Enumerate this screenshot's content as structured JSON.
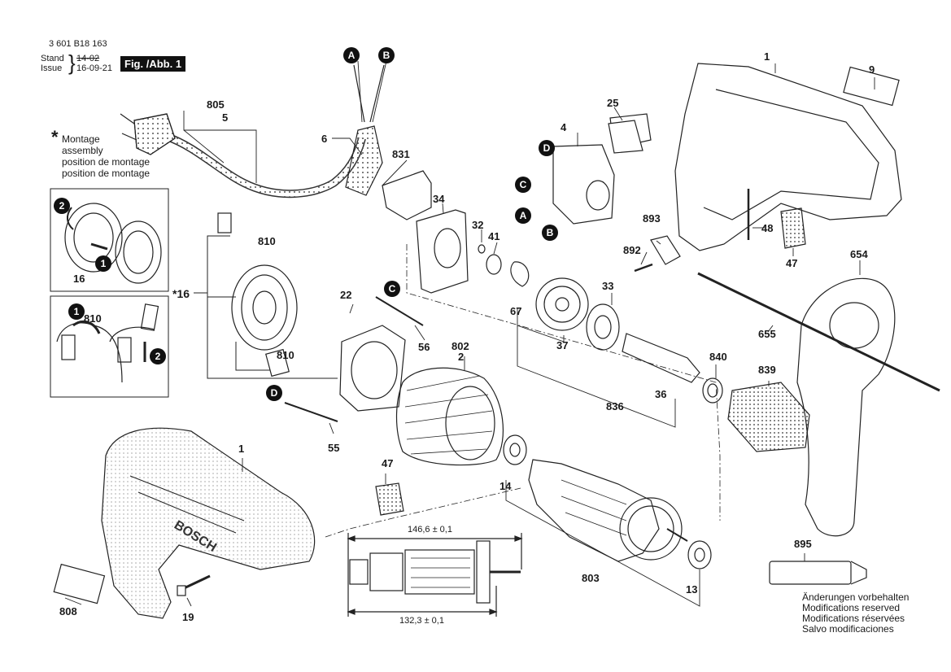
{
  "header": {
    "doc_number": "3 601 B18 163",
    "stand_label": "Stand",
    "issue_label": "Issue",
    "stand_value": "14-02",
    "issue_value": "16-09-21",
    "fig_label": "Fig. /Abb. 1"
  },
  "legend": {
    "asterisk": "*",
    "line1": "Montage",
    "line2": "assembly",
    "line3": "position de montage",
    "line4": "position de montage"
  },
  "callouts": {
    "A": "A",
    "B": "B",
    "C": "C",
    "D": "D",
    "one": "1",
    "two": "2"
  },
  "parts": {
    "p1_top": "1",
    "p1_bottom": "1",
    "p2": "2",
    "p4": "4",
    "p5": "5",
    "p6": "6",
    "p9": "9",
    "p13": "13",
    "p14": "14",
    "p16": "16",
    "p16_star": "16",
    "p19": "19",
    "p22": "22",
    "p25": "25",
    "p32": "32",
    "p33": "33",
    "p34": "34",
    "p36": "36",
    "p37": "37",
    "p41": "41",
    "p47_top": "47",
    "p47_bottom": "47",
    "p48": "48",
    "p55": "55",
    "p56": "56",
    "p67": "67",
    "p654": "654",
    "p655": "655",
    "p802": "802",
    "p803": "803",
    "p805": "805",
    "p808": "808",
    "p810_a": "810",
    "p810_b": "810",
    "p810_c": "810",
    "p831": "831",
    "p836": "836",
    "p839": "839",
    "p840": "840",
    "p892": "892",
    "p893": "893",
    "p895": "895"
  },
  "dimensions": {
    "top": "146,6 ± 0,1",
    "bottom": "132,3 ± 0,1"
  },
  "brand_text": "BOSCH",
  "footer": {
    "line1": "Änderungen vorbehalten",
    "line2": "Modifications reserved",
    "line3": "Modifications réservées",
    "line4": "Salvo modificaciones"
  }
}
